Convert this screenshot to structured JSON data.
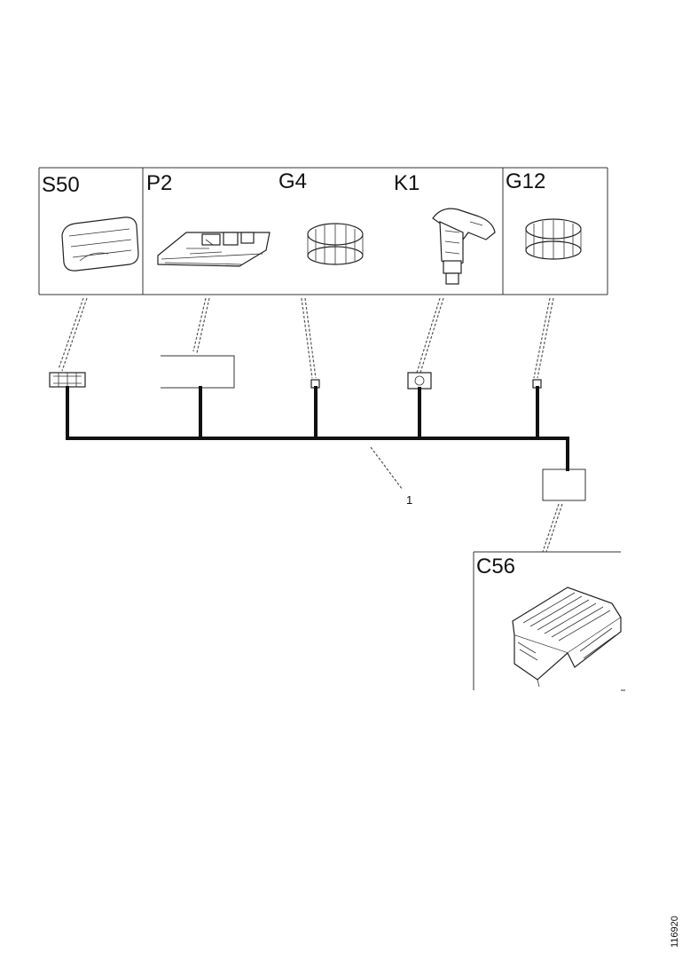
{
  "components": {
    "s50": "S50",
    "p2": "P2",
    "g4": "G4",
    "k1": "K1",
    "g12": "G12",
    "c56": "C56"
  },
  "callout": "1",
  "figure_number": "116920"
}
